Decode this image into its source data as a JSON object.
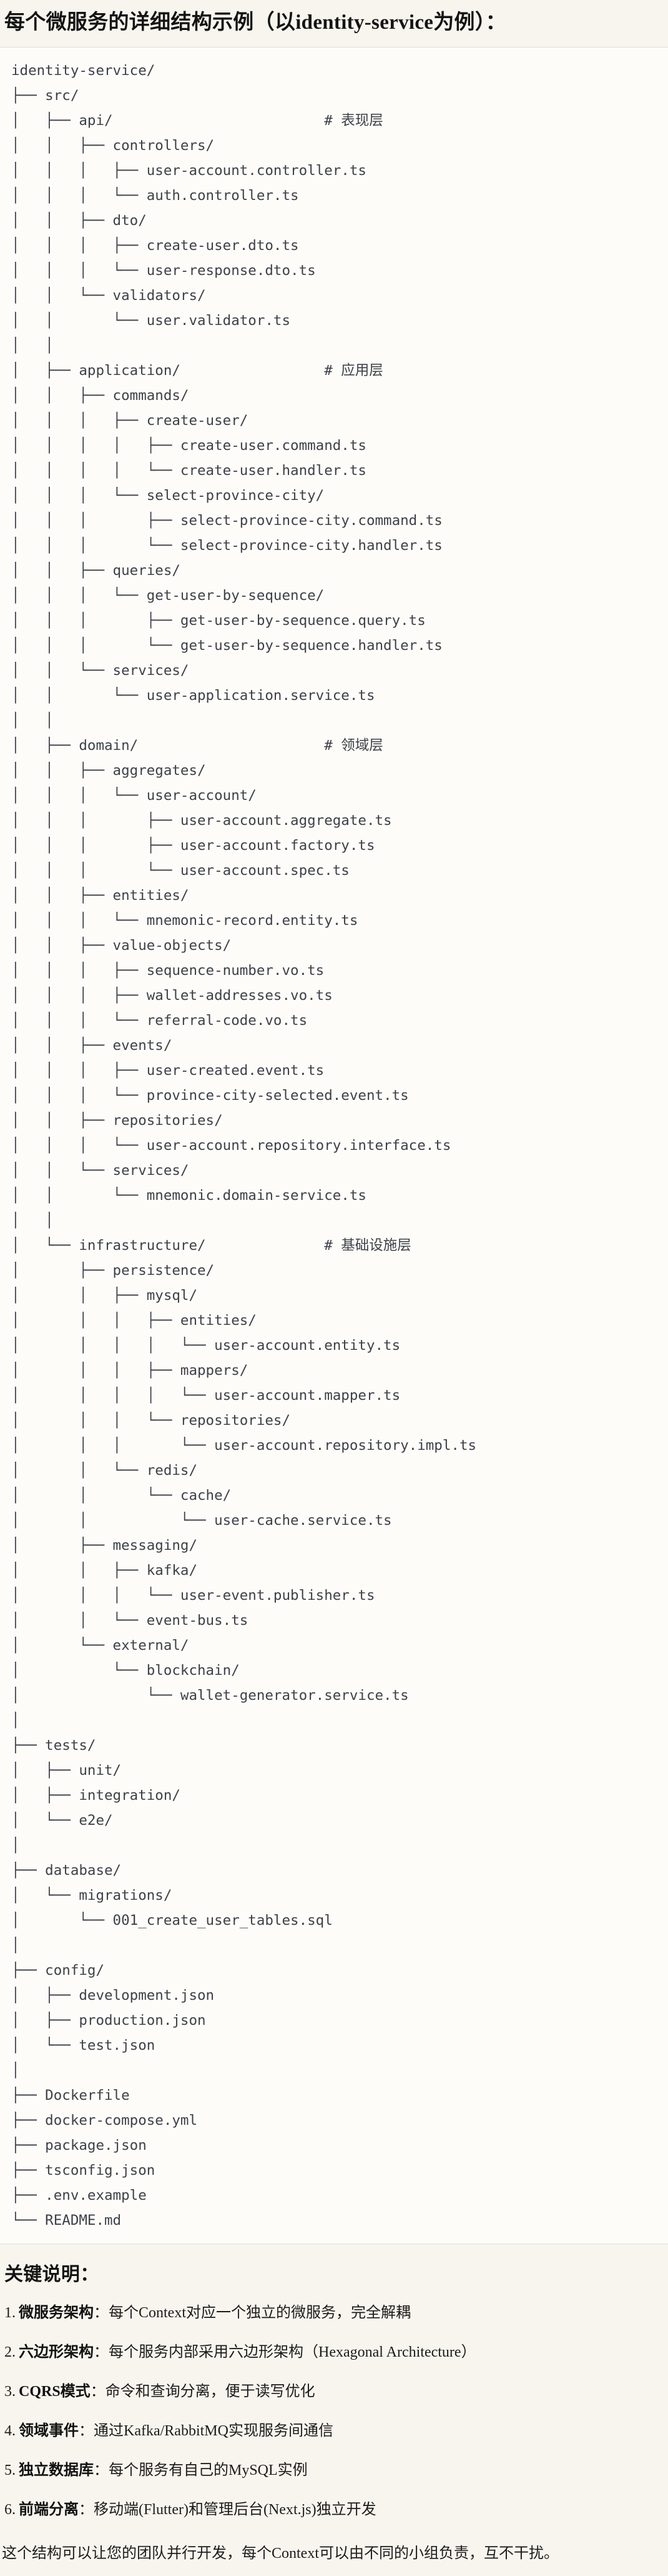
{
  "page": {
    "title": "每个微服务的详细结构示例（以identity-service为例）："
  },
  "tree": {
    "lines": [
      "identity-service/",
      "├── src/",
      "│   ├── api/                         # 表现层",
      "│   │   ├── controllers/",
      "│   │   │   ├── user-account.controller.ts",
      "│   │   │   └── auth.controller.ts",
      "│   │   ├── dto/",
      "│   │   │   ├── create-user.dto.ts",
      "│   │   │   └── user-response.dto.ts",
      "│   │   └── validators/",
      "│   │       └── user.validator.ts",
      "│   │",
      "│   ├── application/                 # 应用层",
      "│   │   ├── commands/",
      "│   │   │   ├── create-user/",
      "│   │   │   │   ├── create-user.command.ts",
      "│   │   │   │   └── create-user.handler.ts",
      "│   │   │   └── select-province-city/",
      "│   │   │       ├── select-province-city.command.ts",
      "│   │   │       └── select-province-city.handler.ts",
      "│   │   ├── queries/",
      "│   │   │   └── get-user-by-sequence/",
      "│   │   │       ├── get-user-by-sequence.query.ts",
      "│   │   │       └── get-user-by-sequence.handler.ts",
      "│   │   └── services/",
      "│   │       └── user-application.service.ts",
      "│   │",
      "│   ├── domain/                      # 领域层",
      "│   │   ├── aggregates/",
      "│   │   │   └── user-account/",
      "│   │   │       ├── user-account.aggregate.ts",
      "│   │   │       ├── user-account.factory.ts",
      "│   │   │       └── user-account.spec.ts",
      "│   │   ├── entities/",
      "│   │   │   └── mnemonic-record.entity.ts",
      "│   │   ├── value-objects/",
      "│   │   │   ├── sequence-number.vo.ts",
      "│   │   │   ├── wallet-addresses.vo.ts",
      "│   │   │   └── referral-code.vo.ts",
      "│   │   ├── events/",
      "│   │   │   ├── user-created.event.ts",
      "│   │   │   └── province-city-selected.event.ts",
      "│   │   ├── repositories/",
      "│   │   │   └── user-account.repository.interface.ts",
      "│   │   └── services/",
      "│   │       └── mnemonic.domain-service.ts",
      "│   │",
      "│   └── infrastructure/              # 基础设施层",
      "│       ├── persistence/",
      "│       │   ├── mysql/",
      "│       │   │   ├── entities/",
      "│       │   │   │   └── user-account.entity.ts",
      "│       │   │   ├── mappers/",
      "│       │   │   │   └── user-account.mapper.ts",
      "│       │   │   └── repositories/",
      "│       │   │       └── user-account.repository.impl.ts",
      "│       │   └── redis/",
      "│       │       └── cache/",
      "│       │           └── user-cache.service.ts",
      "│       ├── messaging/",
      "│       │   ├── kafka/",
      "│       │   │   └── user-event.publisher.ts",
      "│       │   └── event-bus.ts",
      "│       └── external/",
      "│           └── blockchain/",
      "│               └── wallet-generator.service.ts",
      "│",
      "├── tests/",
      "│   ├── unit/",
      "│   ├── integration/",
      "│   └── e2e/",
      "│",
      "├── database/",
      "│   └── migrations/",
      "│       └── 001_create_user_tables.sql",
      "│",
      "├── config/",
      "│   ├── development.json",
      "│   ├── production.json",
      "│   └── test.json",
      "│",
      "├── Dockerfile",
      "├── docker-compose.yml",
      "├── package.json",
      "├── tsconfig.json",
      "├── .env.example",
      "└── README.md"
    ]
  },
  "notes": {
    "heading": "关键说明：",
    "items": [
      {
        "num": "1.",
        "label": "微服务架构",
        "text": "：每个Context对应一个独立的微服务，完全解耦"
      },
      {
        "num": "2.",
        "label": "六边形架构",
        "text": "：每个服务内部采用六边形架构（Hexagonal Architecture）"
      },
      {
        "num": "3.",
        "label": "CQRS模式",
        "text": "：命令和查询分离，便于读写优化"
      },
      {
        "num": "4.",
        "label": "领域事件",
        "text": "：通过Kafka/RabbitMQ实现服务间通信"
      },
      {
        "num": "5.",
        "label": "独立数据库",
        "text": "：每个服务有自己的MySQL实例"
      },
      {
        "num": "6.",
        "label": "前端分离",
        "text": "：移动端(Flutter)和管理后台(Next.js)独立开发"
      }
    ],
    "footer": "这个结构可以让您的团队并行开发，每个Context可以由不同的小组负责，互不干扰。"
  },
  "colors": {
    "page_background": "#f7f5ee",
    "code_background": "#fdfcf9",
    "code_border": "#deddd6",
    "tree_text": "#3d4148",
    "body_text": "#1c1c1c"
  }
}
